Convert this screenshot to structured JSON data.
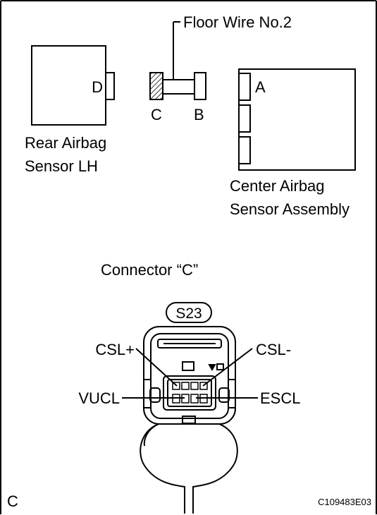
{
  "labels": {
    "floor_wire": "Floor Wire No.2",
    "connector_d": "D",
    "connector_c": "C",
    "connector_b": "B",
    "connector_a": "A",
    "rear_sensor_line1": "Rear Airbag",
    "rear_sensor_line2": "Sensor LH",
    "center_sensor_line1": "Center Airbag",
    "center_sensor_line2": "Sensor Assembly",
    "connector_view_title": "Connector “C”",
    "connector_code": "S23",
    "pin_csl_plus": "CSL+",
    "pin_csl_minus": "CSL-",
    "pin_vucl": "VUCL",
    "pin_escl": "ESCL",
    "corner_letter": "C",
    "figure_code": "C109483E03"
  }
}
